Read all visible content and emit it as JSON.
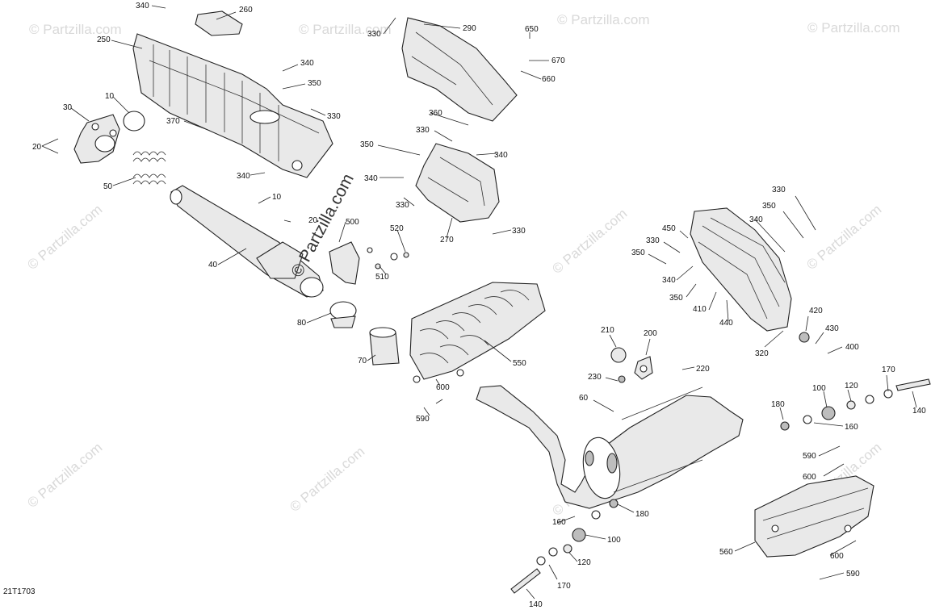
{
  "diagram": {
    "drawing_code": "21T1703",
    "watermark_text": "© Partzilla.com",
    "callouts": [
      {
        "id": "c340a",
        "text": "340"
      },
      {
        "id": "c260",
        "text": "260"
      },
      {
        "id": "c250",
        "text": "250"
      },
      {
        "id": "c340b",
        "text": "340"
      },
      {
        "id": "c350a",
        "text": "350"
      },
      {
        "id": "c330a",
        "text": "330"
      },
      {
        "id": "c10a",
        "text": "10"
      },
      {
        "id": "c30",
        "text": "30"
      },
      {
        "id": "c370",
        "text": "370"
      },
      {
        "id": "c20a",
        "text": "20"
      },
      {
        "id": "c340c",
        "text": "340"
      },
      {
        "id": "c50",
        "text": "50"
      },
      {
        "id": "c10b",
        "text": "10"
      },
      {
        "id": "c20b",
        "text": "20"
      },
      {
        "id": "c40",
        "text": "40"
      },
      {
        "id": "c500",
        "text": "500"
      },
      {
        "id": "c80",
        "text": "80"
      },
      {
        "id": "c70",
        "text": "70"
      },
      {
        "id": "c330b",
        "text": "330"
      },
      {
        "id": "c290",
        "text": "290"
      },
      {
        "id": "c650",
        "text": "650"
      },
      {
        "id": "c670",
        "text": "670"
      },
      {
        "id": "c660",
        "text": "660"
      },
      {
        "id": "c360",
        "text": "360"
      },
      {
        "id": "c330c",
        "text": "330"
      },
      {
        "id": "c350b",
        "text": "350"
      },
      {
        "id": "c340d",
        "text": "340"
      },
      {
        "id": "c340e",
        "text": "340"
      },
      {
        "id": "c330d",
        "text": "330"
      },
      {
        "id": "c270",
        "text": "270"
      },
      {
        "id": "c330e",
        "text": "330"
      },
      {
        "id": "c520",
        "text": "520"
      },
      {
        "id": "c510",
        "text": "510"
      },
      {
        "id": "c550",
        "text": "550"
      },
      {
        "id": "c600a",
        "text": "600"
      },
      {
        "id": "c590a",
        "text": "590"
      },
      {
        "id": "c330f",
        "text": "330"
      },
      {
        "id": "c350c",
        "text": "350"
      },
      {
        "id": "c340f",
        "text": "340"
      },
      {
        "id": "c450",
        "text": "450"
      },
      {
        "id": "c330g",
        "text": "330"
      },
      {
        "id": "c350d",
        "text": "350"
      },
      {
        "id": "c340g",
        "text": "340"
      },
      {
        "id": "c350e",
        "text": "350"
      },
      {
        "id": "c410",
        "text": "410"
      },
      {
        "id": "c440",
        "text": "440"
      },
      {
        "id": "c420",
        "text": "420"
      },
      {
        "id": "c430",
        "text": "430"
      },
      {
        "id": "c400",
        "text": "400"
      },
      {
        "id": "c320",
        "text": "320"
      },
      {
        "id": "c210",
        "text": "210"
      },
      {
        "id": "c200",
        "text": "200"
      },
      {
        "id": "c220",
        "text": "220"
      },
      {
        "id": "c230",
        "text": "230"
      },
      {
        "id": "c60",
        "text": "60"
      },
      {
        "id": "c170a",
        "text": "170"
      },
      {
        "id": "c120a",
        "text": "120"
      },
      {
        "id": "c100a",
        "text": "100"
      },
      {
        "id": "c180a",
        "text": "180"
      },
      {
        "id": "c160a",
        "text": "160"
      },
      {
        "id": "c140a",
        "text": "140"
      },
      {
        "id": "c590b",
        "text": "590"
      },
      {
        "id": "c600b",
        "text": "600"
      },
      {
        "id": "c560",
        "text": "560"
      },
      {
        "id": "c600c",
        "text": "600"
      },
      {
        "id": "c590c",
        "text": "590"
      },
      {
        "id": "c180b",
        "text": "180"
      },
      {
        "id": "c160b",
        "text": "160"
      },
      {
        "id": "c100b",
        "text": "100"
      },
      {
        "id": "c120b",
        "text": "120"
      },
      {
        "id": "c170b",
        "text": "170"
      },
      {
        "id": "c140b",
        "text": "140"
      }
    ]
  }
}
